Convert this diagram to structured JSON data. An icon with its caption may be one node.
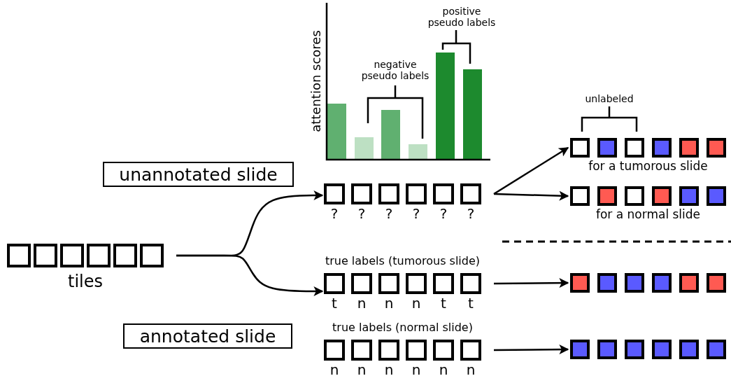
{
  "diagram": {
    "nodes": [
      {
        "text": [
          "tiles"
        ]
      },
      {
        "text": [
          "unannotated slide"
        ]
      },
      {
        "text": [],
        "shape": "box",
        "beside": [
          "?",
          "?",
          "?",
          "?",
          "?",
          "?"
        ]
      },
      {
        "text": [],
        "shape": "box",
        "beside": [
          "for a tumorous slide"
        ]
      },
      {
        "text": [],
        "shape": "box",
        "beside": [
          "for a normal slide"
        ]
      },
      {
        "text": [
          "annotated slide"
        ]
      },
      {
        "text": [],
        "shape": "box",
        "beside": [
          "true labels (tumorous slide)",
          "t",
          "n",
          "n",
          "n",
          "t",
          "t"
        ]
      },
      {
        "text": [],
        "shape": "box"
      },
      {
        "text": [],
        "shape": "box",
        "beside": [
          "true labels (normal slide)",
          "n",
          "n",
          "n",
          "n",
          "n",
          "n"
        ]
      },
      {
        "text": [],
        "shape": "box"
      }
    ],
    "edges": [
      {
        "from": 0,
        "to": 2,
        "arrow": "to"
      },
      {
        "from": 0,
        "to": 6,
        "arrow": "to"
      },
      {
        "from": 2,
        "to": 3,
        "arrow": "to"
      },
      {
        "from": 2,
        "to": 4,
        "arrow": "to"
      },
      {
        "from": 6,
        "to": 7,
        "arrow": "to"
      },
      {
        "from": 8,
        "to": 9,
        "arrow": "to"
      }
    ],
    "labels": [
      "positive pseudo labels",
      "negative pseudo labels",
      "attention scores",
      "unlabeled"
    ]
  }
}
